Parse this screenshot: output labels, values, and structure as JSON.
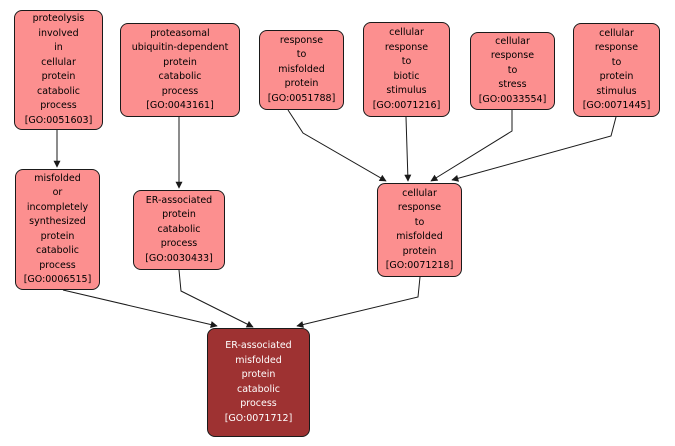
{
  "diagram": {
    "type": "go-term-ancestry-graph",
    "background": "#ffffff",
    "colors": {
      "node_fill": "#fc8f8f",
      "node_border": "#1a1a1a",
      "node_text": "#000000",
      "selected_fill": "#9e3232",
      "selected_text": "#ffffff",
      "edge": "#1a1a1a"
    },
    "nodes": [
      {
        "id": "GO:0051603",
        "selected": false,
        "text": "proteolysis\ninvolved\nin\ncellular\nprotein\ncatabolic\nprocess\n[GO:0051603]"
      },
      {
        "id": "GO:0043161",
        "selected": false,
        "text": "proteasomal\nubiquitin-dependent\nprotein\ncatabolic\nprocess\n[GO:0043161]"
      },
      {
        "id": "GO:0051788",
        "selected": false,
        "text": "response\nto\nmisfolded\nprotein\n[GO:0051788]"
      },
      {
        "id": "GO:0071216",
        "selected": false,
        "text": "cellular\nresponse\nto\nbiotic\nstimulus\n[GO:0071216]"
      },
      {
        "id": "GO:0033554",
        "selected": false,
        "text": "cellular\nresponse\nto\nstress\n[GO:0033554]"
      },
      {
        "id": "GO:0071445",
        "selected": false,
        "text": "cellular\nresponse\nto\nprotein\nstimulus\n[GO:0071445]"
      },
      {
        "id": "GO:0006515",
        "selected": false,
        "text": "misfolded\nor\nincompletely\nsynthesized\nprotein\ncatabolic\nprocess\n[GO:0006515]"
      },
      {
        "id": "GO:0030433",
        "selected": false,
        "text": "ER-associated\nprotein\ncatabolic\nprocess\n[GO:0030433]"
      },
      {
        "id": "GO:0071218",
        "selected": false,
        "text": "cellular\nresponse\nto\nmisfolded\nprotein\n[GO:0071218]"
      },
      {
        "id": "GO:0071712",
        "selected": true,
        "text": "ER-associated\nmisfolded\nprotein\ncatabolic\nprocess\n[GO:0071712]"
      }
    ],
    "edges": [
      {
        "from": "GO:0051603",
        "to": "GO:0006515"
      },
      {
        "from": "GO:0043161",
        "to": "GO:0030433"
      },
      {
        "from": "GO:0051788",
        "to": "GO:0071218"
      },
      {
        "from": "GO:0071216",
        "to": "GO:0071218"
      },
      {
        "from": "GO:0033554",
        "to": "GO:0071218"
      },
      {
        "from": "GO:0071445",
        "to": "GO:0071218"
      },
      {
        "from": "GO:0006515",
        "to": "GO:0071712"
      },
      {
        "from": "GO:0030433",
        "to": "GO:0071712"
      },
      {
        "from": "GO:0071218",
        "to": "GO:0071712"
      }
    ]
  }
}
